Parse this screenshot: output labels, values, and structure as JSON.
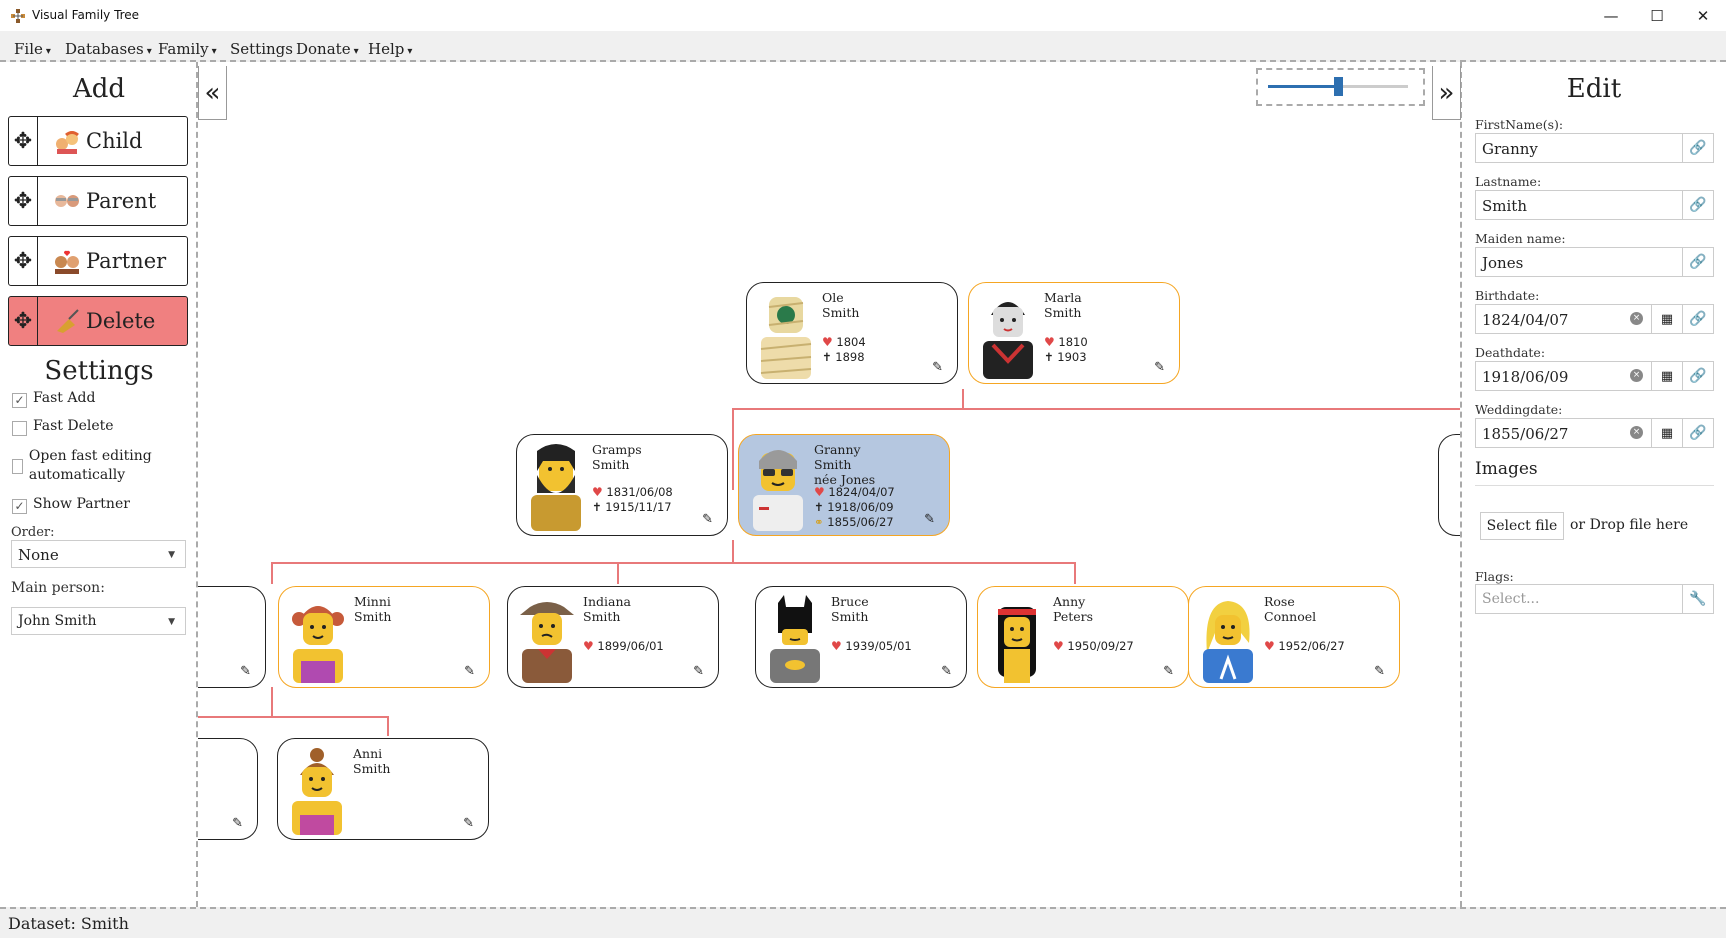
{
  "window": {
    "title": "Visual Family Tree",
    "minimize": "—",
    "maximize": "☐",
    "close": "✕"
  },
  "menu": [
    {
      "label": "File"
    },
    {
      "label": "Databases"
    },
    {
      "label": "Family"
    },
    {
      "label": "Settings"
    },
    {
      "label": "Donate"
    },
    {
      "label": "Help"
    }
  ],
  "left_panel": {
    "add_title": "Add",
    "buttons": [
      {
        "label": "Child",
        "icon": "children-icon"
      },
      {
        "label": "Parent",
        "icon": "grandparents-icon"
      },
      {
        "label": "Partner",
        "icon": "couple-icon"
      },
      {
        "label": "Delete",
        "icon": "vacuum-icon"
      }
    ],
    "settings_title": "Settings",
    "checkboxes": [
      {
        "label": "Fast Add",
        "checked": true
      },
      {
        "label": "Fast Delete",
        "checked": false
      },
      {
        "label": "Open fast editing automatically",
        "checked": false
      },
      {
        "label": "Show Partner",
        "checked": true
      }
    ],
    "order_label": "Order:",
    "order_value": "None",
    "main_person_label": "Main person:",
    "main_person_value": "John Smith"
  },
  "canvas": {
    "collapse_left": "«",
    "collapse_right": "»",
    "zoom_level": 0.5,
    "people": [
      {
        "id": "ole",
        "first": "Ole",
        "last": "Smith",
        "maiden": "",
        "birth": "1804",
        "death": "1898",
        "wedding": ""
      },
      {
        "id": "marla",
        "first": "Marla",
        "last": "Smith",
        "maiden": "",
        "birth": "1810",
        "death": "1903",
        "wedding": ""
      },
      {
        "id": "gramps",
        "first": "Gramps",
        "last": "Smith",
        "maiden": "",
        "birth": "1831/06/08",
        "death": "1915/11/17",
        "wedding": ""
      },
      {
        "id": "granny",
        "first": "Granny",
        "last": "Smith",
        "maiden": "née Jones",
        "birth": "1824/04/07",
        "death": "1918/06/09",
        "wedding": "1855/06/27"
      },
      {
        "id": "minni",
        "first": "Minni",
        "last": "Smith",
        "maiden": "",
        "birth": "",
        "death": "",
        "wedding": ""
      },
      {
        "id": "indiana",
        "first": "Indiana",
        "last": "Smith",
        "maiden": "",
        "birth": "1899/06/01",
        "death": "",
        "wedding": ""
      },
      {
        "id": "bruce",
        "first": "Bruce",
        "last": "Smith",
        "maiden": "",
        "birth": "1939/05/01",
        "death": "",
        "wedding": ""
      },
      {
        "id": "anny",
        "first": "Anny",
        "last": "Peters",
        "maiden": "",
        "birth": "1950/09/27",
        "death": "",
        "wedding": ""
      },
      {
        "id": "rose",
        "first": "Rose",
        "last": "Connoel",
        "maiden": "",
        "birth": "1952/06/27",
        "death": "",
        "wedding": ""
      },
      {
        "id": "anni",
        "first": "Anni",
        "last": "Smith",
        "maiden": "",
        "birth": "",
        "death": "",
        "wedding": ""
      }
    ]
  },
  "right_panel": {
    "edit_title": "Edit",
    "firstname_label": "FirstName(s):",
    "firstname_value": "Granny",
    "lastname_label": "Lastname:",
    "lastname_value": "Smith",
    "maiden_label": "Maiden name:",
    "maiden_value": "Jones",
    "birthdate_label": "Birthdate:",
    "birthdate_value": "1824/04/07",
    "deathdate_label": "Deathdate:",
    "deathdate_value": "1918/06/09",
    "weddingdate_label": "Weddingdate:",
    "weddingdate_value": "1855/06/27",
    "images_title": "Images",
    "select_file": "Select file",
    "drop_hint": "or Drop file here",
    "flags_label": "Flags:",
    "flags_placeholder": "Select..."
  },
  "status": {
    "text": "Dataset: Smith"
  },
  "colors": {
    "connector": "#e8797a",
    "partner_border": "#f5a623",
    "selected_bg": "#b5c7e0",
    "delete_bg": "#f08080",
    "slider": "#2d6fb0"
  }
}
